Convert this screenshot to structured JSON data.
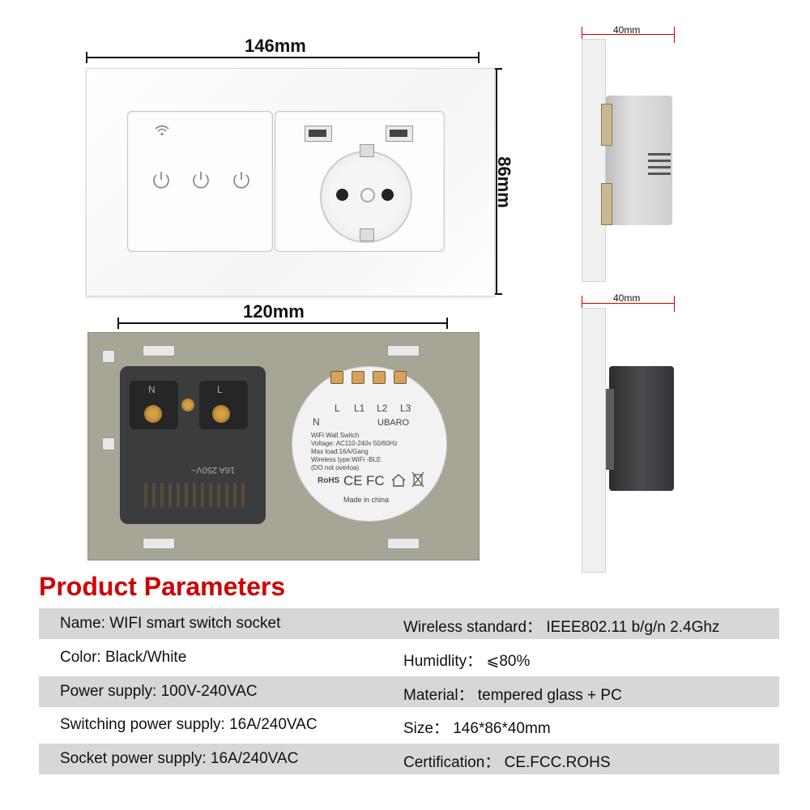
{
  "dimensions": {
    "width_front": "146mm",
    "height_front": "86mm",
    "width_back": "120mm",
    "depth_top": "40mm",
    "depth_bottom": "40mm"
  },
  "back_view": {
    "socket_markings": [
      "N",
      "L"
    ],
    "socket_rating": "16A 250V~",
    "module_terminals": [
      "L",
      "L1",
      "L2",
      "L3"
    ],
    "module_n": "N",
    "module_brand": "UBARO",
    "module_lines": [
      "WiFi Wall Switch",
      "Voltage: AC110-240v 50/60Hz",
      "Max load:16A/Gang",
      "Wireless type:WiFi -BLE",
      "(DO not overloa)"
    ],
    "module_certs": [
      "RoHS",
      "CE",
      "FC"
    ],
    "module_made": "Made in china"
  },
  "params": {
    "title": "Product Parameters",
    "rows": [
      {
        "left": "Name: WIFI smart switch socket",
        "right": "Wireless standard： IEEE802.11 b/g/n 2.4Ghz"
      },
      {
        "left": "Color: Black/White",
        "right": "Humidlity： ⩽80%"
      },
      {
        "left": "Power supply: 100V-240VAC",
        "right": "Material： tempered glass + PC"
      },
      {
        "left": "Switching power supply: 16A/240VAC",
        "right": "Size：  146*86*40mm"
      },
      {
        "left": "Socket power supply: 16A/240VAC",
        "right": "Certification： CE.FCC.ROHS"
      }
    ]
  },
  "colors": {
    "title_red": "#d00000",
    "row_gray": "#d7d7d7",
    "back_plate": "#a7a596"
  }
}
